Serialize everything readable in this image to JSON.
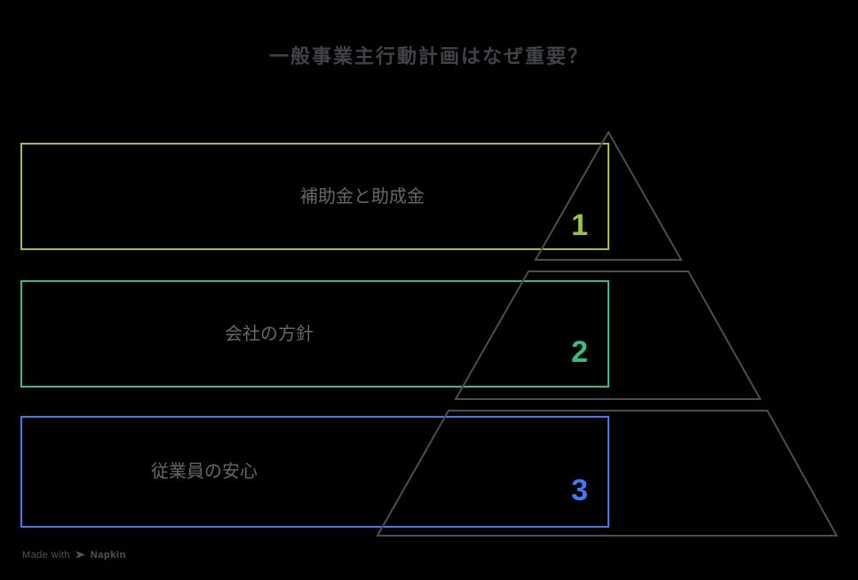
{
  "title": "一般事業主行動計画はなぜ重要？",
  "diagram": {
    "type": "pyramid",
    "levels": [
      {
        "number": "1",
        "label": "補助金と助成金",
        "color": "#9cc43d"
      },
      {
        "number": "2",
        "label": "会社の方針",
        "color": "#3abc7a"
      },
      {
        "number": "3",
        "label": "従業員の安心",
        "color": "#4478f2"
      }
    ],
    "outline_color": "#4b4d52"
  },
  "colors": {
    "background": "#000000",
    "title_text": "#404347",
    "label_text": "#64676b",
    "footer_text": "#53575d"
  },
  "footer": {
    "made_with": "Made with",
    "brand": "Napkin",
    "logo_icon": "napkin-logo-icon"
  }
}
